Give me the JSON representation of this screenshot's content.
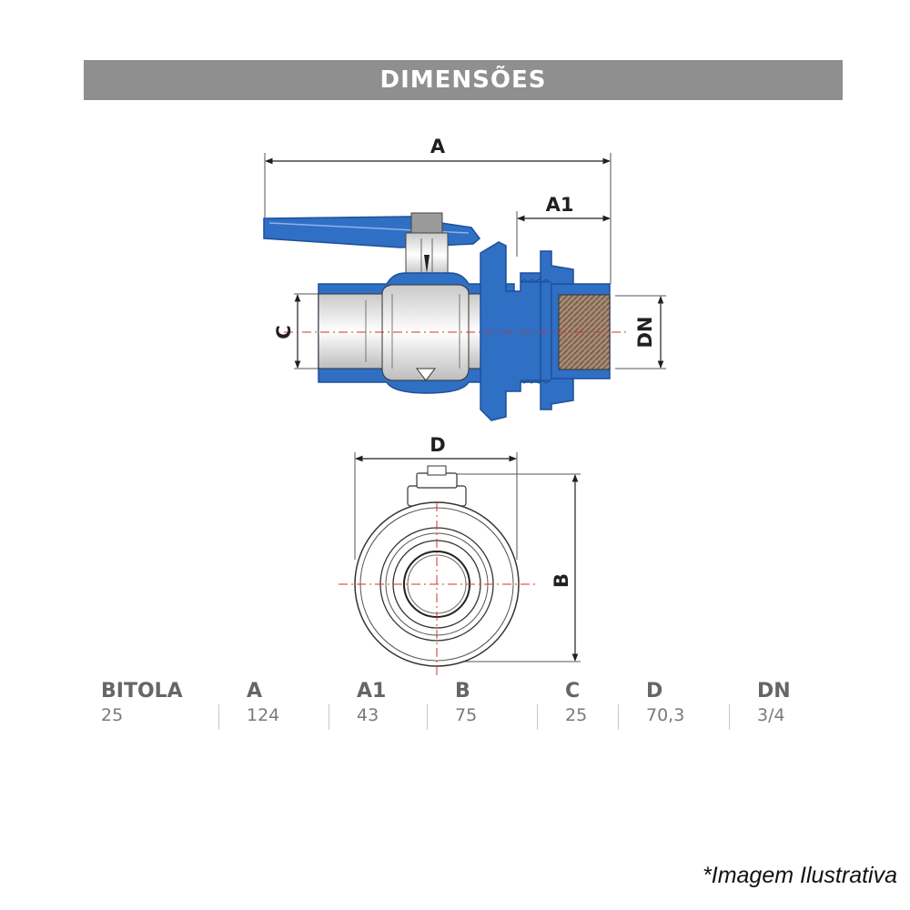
{
  "header": {
    "title": "DIMENSÕES"
  },
  "drawing": {
    "labels": {
      "a": "A",
      "a1": "A1",
      "c": "C",
      "dn": "DN",
      "d": "D",
      "b": "B"
    },
    "colors": {
      "body_blue": "#2f6fc4",
      "blue_dark": "#1f4f9a",
      "banner_gray": "#8f8f8f"
    }
  },
  "table": {
    "columns": [
      {
        "header": "BITOLA",
        "value": "25"
      },
      {
        "header": "A",
        "value": "124"
      },
      {
        "header": "A1",
        "value": "43"
      },
      {
        "header": "B",
        "value": "75"
      },
      {
        "header": "C",
        "value": "25"
      },
      {
        "header": "D",
        "value": "70,3"
      },
      {
        "header": "DN",
        "value": "3/4"
      }
    ]
  },
  "footnote": "*Imagem Ilustrativa"
}
